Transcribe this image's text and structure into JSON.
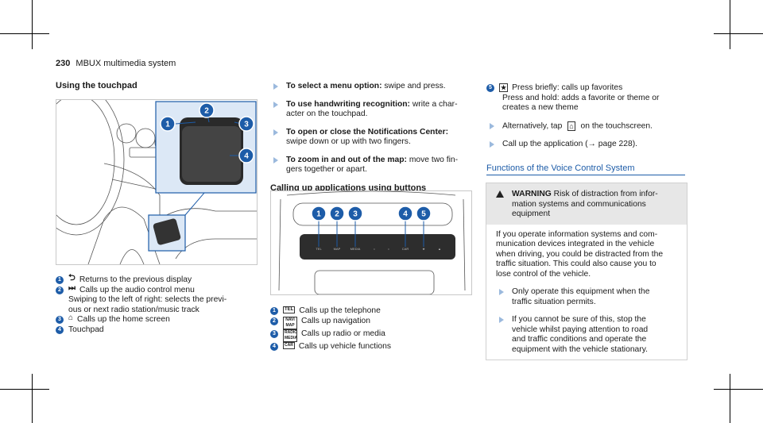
{
  "header": {
    "page_number": "230",
    "section": "MBUX multimedia system"
  },
  "touchpad_section": {
    "heading": "Using the touchpad",
    "legend": [
      {
        "num": "1",
        "icon": "back-arrow-icon",
        "text": "Returns to the previous display"
      },
      {
        "num": "2",
        "icon": "skip-icon",
        "text": "Calls up the audio control menu",
        "extra": "Swiping to the left of right: selects the previ-\nous or next radio station/music track"
      },
      {
        "num": "3",
        "icon": "home-icon",
        "text": "Calls up the home screen"
      },
      {
        "num": "4",
        "icon": "",
        "text": "Touchpad"
      }
    ]
  },
  "gestures": [
    {
      "bold": "To select a menu option:",
      "text": " swipe and press."
    },
    {
      "bold": "To use handwriting recognition:",
      "text": " write a char-\nacter on the touchpad."
    },
    {
      "bold": "To open or close the Notifications Center:",
      "text": "\nswipe down or up with two fingers."
    },
    {
      "bold": "To zoom in and out of the map:",
      "text": " move two fin-\ngers together or apart."
    }
  ],
  "buttons_section": {
    "heading": "Calling up applications using buttons",
    "legend": [
      {
        "num": "1",
        "icon_text": "TEL",
        "text": "Calls up the telephone"
      },
      {
        "num": "2",
        "icon_text": "NAVI MAP",
        "text": "Calls up navigation"
      },
      {
        "num": "3",
        "icon_text": "RADIO MEDIA",
        "text": "Calls up radio or media"
      },
      {
        "num": "4",
        "icon_text": "CAR",
        "text": "Calls up vehicle functions"
      }
    ]
  },
  "right_col": {
    "item5": {
      "num": "5",
      "icon": "star-icon",
      "line1": "Press briefly: calls up favorites",
      "line2": "Press and hold: adds a favorite or theme or\ncreates a new theme"
    },
    "bullets": [
      {
        "text_before": "Alternatively, tap",
        "icon": "home-icon",
        "text_after": "on the touchscreen."
      },
      {
        "text": "Call up the application (→ page 228)."
      }
    ],
    "voice_heading": "Functions of the Voice Control System",
    "warning": {
      "label": "WARNING",
      "head_text": "Risk of distraction from infor-\nmation systems and communications\nequipment",
      "body": "If you operate information systems and com-\nmunication devices integrated in the vehicle\nwhen driving, you could be distracted from the\ntraffic situation. This could also cause you to\nlose control of the vehicle.",
      "bullets": [
        "Only operate this equipment when the\ntraffic situation permits.",
        "If you cannot be sure of this, stop the\nvehicle whilst paying attention to road\nand traffic conditions and operate the\nequipment with the vehicle stationary."
      ]
    }
  },
  "colors": {
    "accent": "#1d5ca8",
    "callout": "#1d5ca8",
    "warning_bg": "#e7e7e7"
  }
}
